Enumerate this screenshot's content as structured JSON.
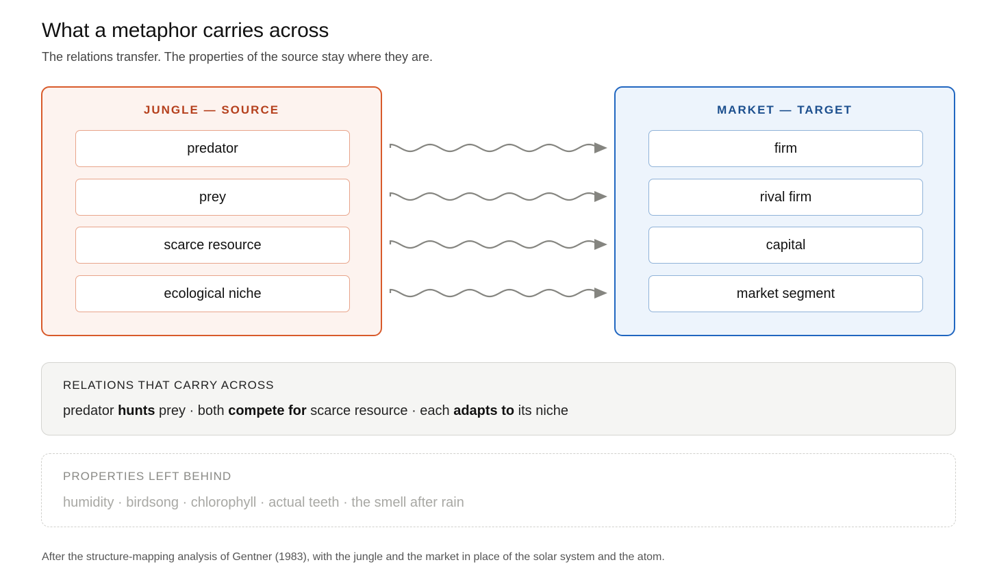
{
  "title": "What a metaphor carries across",
  "subtitle": "The relations transfer. The properties of the source stay where they are.",
  "source": {
    "heading": "JUNGLE — SOURCE",
    "items": [
      "predator",
      "prey",
      "scarce resource",
      "ecological niche"
    ]
  },
  "target": {
    "heading": "MARKET — TARGET",
    "items": [
      "firm",
      "rival firm",
      "capital",
      "market segment"
    ]
  },
  "relations": {
    "heading": "RELATIONS THAT CARRY ACROSS",
    "segments": [
      {
        "text": "predator ",
        "bold": false
      },
      {
        "text": "hunts",
        "bold": true
      },
      {
        "text": " prey · both ",
        "bold": false
      },
      {
        "text": "compete for",
        "bold": true
      },
      {
        "text": " scarce resource · each ",
        "bold": false
      },
      {
        "text": "adapts to",
        "bold": true
      },
      {
        "text": " its niche",
        "bold": false
      }
    ]
  },
  "properties": {
    "heading": "PROPERTIES LEFT BEHIND",
    "text": "humidity · birdsong · chlorophyll · actual teeth · the smell after rain"
  },
  "footnote": "After the structure-mapping analysis of Gentner (1983), with the jungle and the market in place of the solar system and the atom.",
  "colors": {
    "source_accent": "#d85a2a",
    "target_accent": "#2066c0",
    "arrow": "#858580"
  }
}
